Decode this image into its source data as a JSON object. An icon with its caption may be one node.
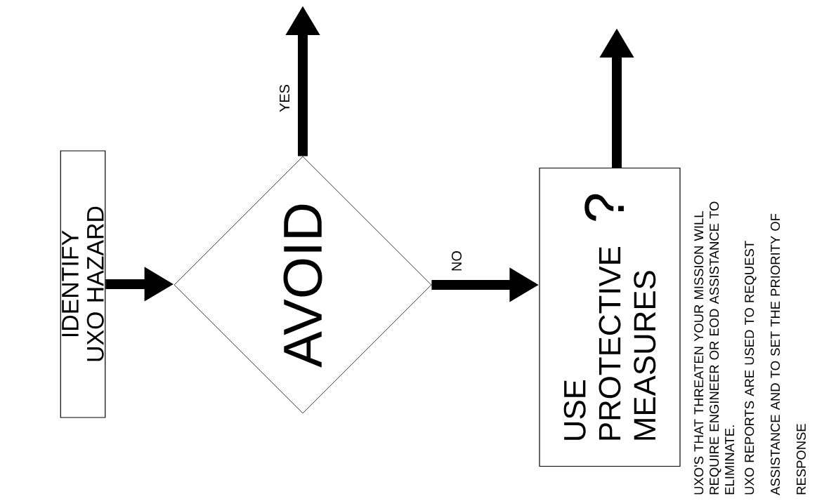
{
  "diagram": {
    "nodes": [
      {
        "text": [
          "IDENTIFY UXO HAZARD"
        ]
      },
      {
        "text": [
          "AVOID"
        ]
      },
      {
        "text": [
          "USE PROTECTIVE MEASURES",
          "?"
        ]
      }
    ],
    "edges": [
      {
        "from": 0,
        "to": 1,
        "arrow": "to"
      },
      {
        "from": 1,
        "to": null,
        "arrow": "to",
        "label": "YES"
      },
      {
        "from": 1,
        "to": 2,
        "arrow": "to",
        "label": "NO"
      },
      {
        "from": 2,
        "to": null,
        "arrow": "to"
      }
    ],
    "labels": [
      "UXO'S THAT THREATEN YOUR MISSION WILL REQUIRE ENGINEER OR EOD ASSISTANCE TO ELIMINATE.",
      "UXO REPORTS ARE USED TO REQUEST ASSISTANCE AND TO SET THE PRIORITY OF RESPONSE"
    ]
  }
}
